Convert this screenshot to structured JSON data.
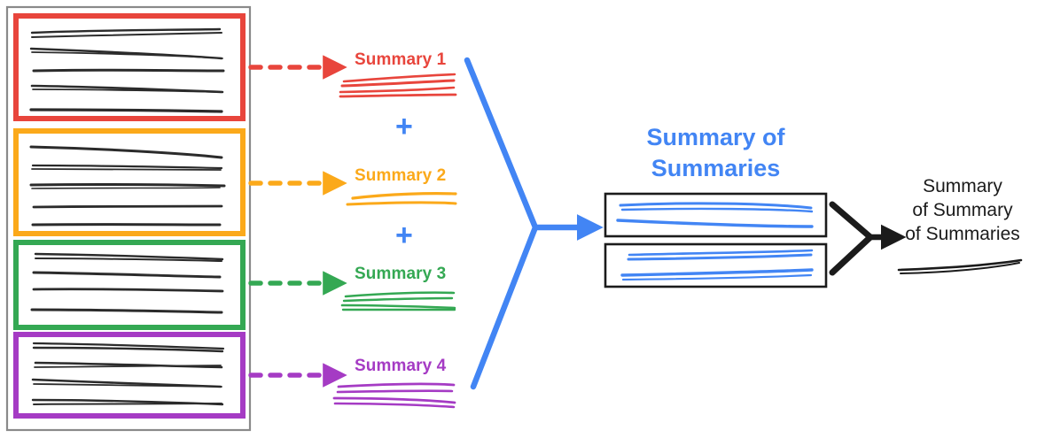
{
  "diagram": {
    "title_visible": false,
    "colors": {
      "red": "#E8453C",
      "orange": "#FBA91A",
      "green": "#34A853",
      "purple": "#A53BC4",
      "blue": "#4285F4",
      "black": "#1b1b1b",
      "container_border": "#8a8a8a"
    },
    "source_container": {
      "label": "source-document-container",
      "chunk_count": 4
    },
    "chunks": [
      {
        "id": "chunk-1",
        "color": "#E8453C",
        "line_count": 5
      },
      {
        "id": "chunk-2",
        "color": "#FBA91A",
        "line_count": 5
      },
      {
        "id": "chunk-3",
        "color": "#34A853",
        "line_count": 4
      },
      {
        "id": "chunk-4",
        "color": "#A53BC4",
        "line_count": 4
      }
    ],
    "summaries": [
      {
        "label": "Summary 1",
        "color": "#E8453C",
        "line_count": 4
      },
      {
        "label": "Summary 2",
        "color": "#FBA91A",
        "line_count": 2
      },
      {
        "label": "Summary 3",
        "color": "#34A853",
        "line_count": 4
      },
      {
        "label": "Summary 4",
        "color": "#A53BC4",
        "line_count": 4
      }
    ],
    "plus_signs": [
      "+",
      "+",
      "+"
    ],
    "combined": {
      "title_line_1": "Summary of",
      "title_line_2": "Summaries",
      "color": "#4285F4",
      "boxes": [
        {
          "id": "sos-box-1",
          "line_count": 2
        },
        {
          "id": "sos-box-2",
          "line_count": 2
        }
      ]
    },
    "final": {
      "title_line_1": "Summary",
      "title_line_2": "of Summary",
      "title_line_3": "of Summaries",
      "color": "#1b1b1b",
      "line_count": 1
    }
  }
}
